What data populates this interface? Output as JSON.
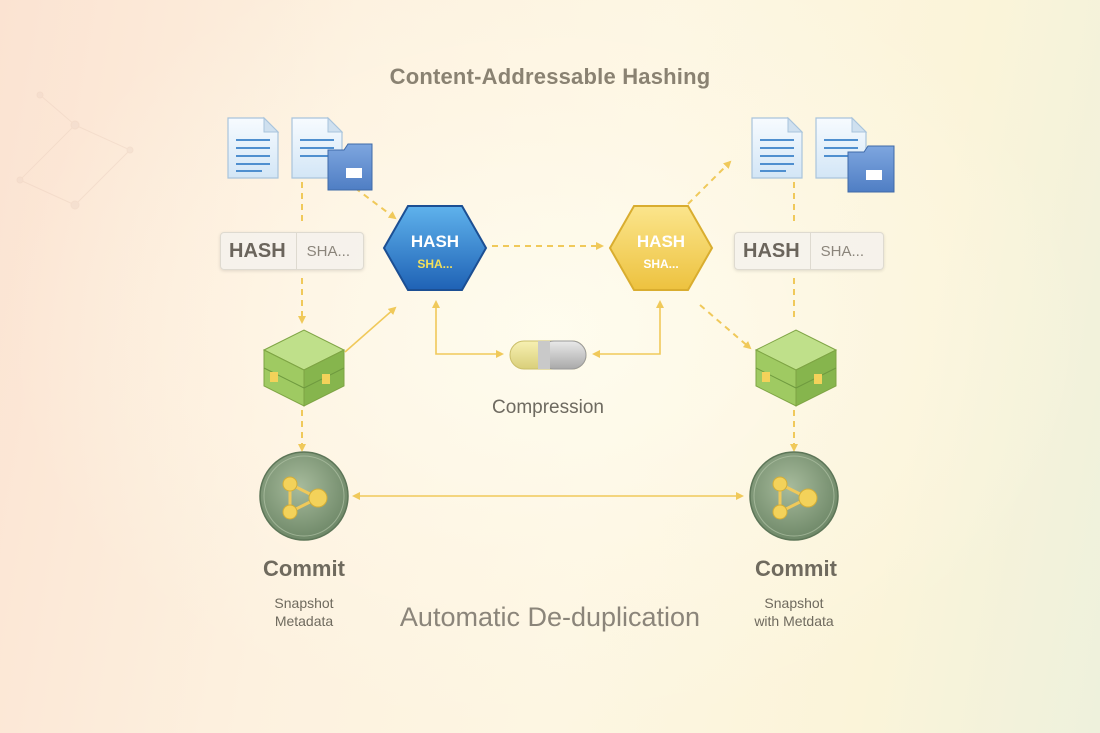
{
  "title": "Content-Addressable Hashing",
  "left": {
    "hash_label": "HASH",
    "hash_value": "SHA...",
    "hex_title": "HASH",
    "hex_sub": "SHA...",
    "commit_title": "Commit",
    "commit_sub_1": "Snapshot",
    "commit_sub_2": "Metadata"
  },
  "right": {
    "hash_label": "HASH",
    "hash_value": "SHA...",
    "hex_title": "HASH",
    "hex_sub": "SHA...",
    "commit_title": "Commit",
    "commit_sub_1": "Snapshot",
    "commit_sub_2": "with Metdata"
  },
  "center": {
    "compression_label": "Compression",
    "dedup_label": "Automatic De-duplication"
  },
  "colors": {
    "hex_blue": "#2f7fd0",
    "hex_yellow": "#f3d25a",
    "arrow": "#f0c95a",
    "block_green": "#8fbf4f",
    "commit_disc": "#7f977a"
  },
  "icons": [
    "document-icon",
    "folder-icon",
    "hexagon-icon",
    "block-icon",
    "capsule-icon",
    "commit-graph-icon"
  ]
}
